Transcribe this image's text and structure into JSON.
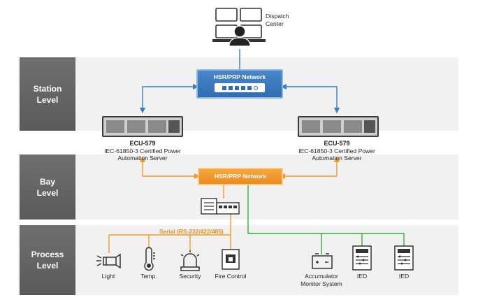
{
  "levels": {
    "station": "Station\nLevel",
    "bay": "Bay\nLevel",
    "process": "Process\nLevel"
  },
  "dispatch": "Dispatch\nCenter",
  "station_network": "HSR/PRP Network",
  "bay_network": "HSR/PRP Network",
  "servers": [
    {
      "name": "ECU-579",
      "desc1": "IEC-61850-3 Certified Power",
      "desc2": "Automation Server"
    },
    {
      "name": "ECU-579",
      "desc1": "IEC-61850-3 Certified Power",
      "desc2": "Automation Server"
    }
  ],
  "serial_label": "Serial (RS-232/422/485)",
  "devices": [
    {
      "label": "Light"
    },
    {
      "label": "Temp."
    },
    {
      "label": "Security"
    },
    {
      "label": "Fire Control"
    },
    {
      "label": "Accumulator\nMonitor System"
    },
    {
      "label": "IED"
    },
    {
      "label": "IED"
    }
  ],
  "colors": {
    "blue": "#3c7cc0",
    "orange": "#f29a2e",
    "green": "#3aa843",
    "level_bg": "#636363"
  }
}
